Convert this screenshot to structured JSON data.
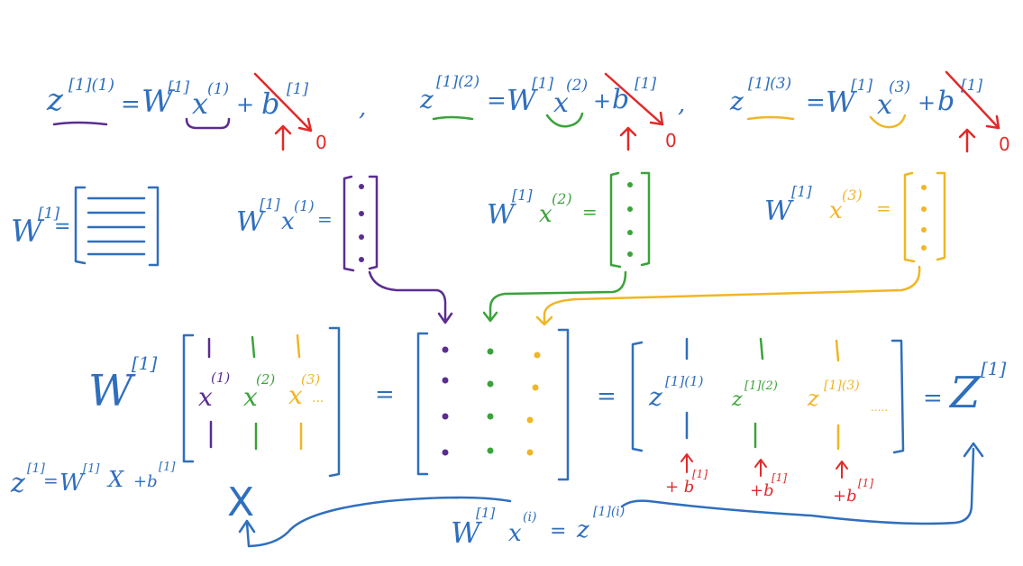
{
  "colors": {
    "blue": "#2f6fbd",
    "purple": "#5b2d91",
    "green": "#3aa33a",
    "yellow": "#f0b624",
    "red": "#e02a2a",
    "background": "#ffffff"
  },
  "equations_top": [
    {
      "lhs": "z",
      "lhs_sup": "[1](1)",
      "eq": "=",
      "w": "W",
      "w_sup": "[1]",
      "x": "x",
      "x_sup": "(1)",
      "plus": "+",
      "b": "b",
      "b_sup": "[1]",
      "sep": ","
    },
    {
      "lhs": "z",
      "lhs_sup": "[1](2)",
      "eq": "=",
      "w": "W",
      "w_sup": "[1]",
      "x": "x",
      "x_sup": "(2)",
      "plus": "+",
      "b": "b",
      "b_sup": "[1]",
      "sep": ","
    },
    {
      "lhs": "z",
      "lhs_sup": "[1](3)",
      "eq": "=",
      "w": "W",
      "w_sup": "[1]",
      "x": "x",
      "x_sup": "(3)",
      "plus": "+",
      "b": "b",
      "b_sup": "[1]",
      "sep": ""
    }
  ],
  "zero_labels": [
    "0",
    "0",
    "0"
  ],
  "weight_matrix": {
    "w": "W",
    "w_sup": "[1]",
    "eq": "="
  },
  "products": [
    {
      "w": "W",
      "w_sup": "[1]",
      "x": "x",
      "x_sup": "(1)",
      "eq": "="
    },
    {
      "w": "W",
      "w_sup": "[1]",
      "x": "x",
      "x_sup": "(2)",
      "eq": "="
    },
    {
      "w": "W",
      "w_sup": "[1]",
      "x": "x",
      "x_sup": "(3)",
      "eq": "="
    }
  ],
  "bottom": {
    "w": "W",
    "w_sup": "[1]",
    "x_cols": [
      {
        "x": "x",
        "sup": "(1)"
      },
      {
        "x": "x",
        "sup": "(2)"
      },
      {
        "x": "x",
        "sup": "(3)"
      }
    ],
    "ellipsis": "...",
    "eq1": "=",
    "eq2": "=",
    "z_cols": [
      {
        "z": "z",
        "sup": "[1](1)"
      },
      {
        "z": "z",
        "sup": "[1](2)"
      },
      {
        "z": "z",
        "sup": "[1](3)"
      }
    ],
    "z_ellipsis": ".....",
    "eq3": "=",
    "Z": "Z",
    "Z_sup": "[1]",
    "X_label": "X",
    "plus_b": [
      {
        "text": "+ b",
        "sup": "[1]"
      },
      {
        "text": "+b",
        "sup": "[1]"
      },
      {
        "text": "+b",
        "sup": "[1]"
      }
    ]
  },
  "left_equation": {
    "z": "z",
    "z_sup": "[1]",
    "eq": "=",
    "w": "W",
    "w_sup": "[1]",
    "X": "X",
    "plus_b": "+b",
    "b_sup": "[1]"
  },
  "bottom_equation": {
    "w": "W",
    "w_sup": "[1]",
    "x": "x",
    "x_sup": "(i)",
    "eq": "=",
    "z": "z",
    "z_sup": "[1](i)"
  }
}
